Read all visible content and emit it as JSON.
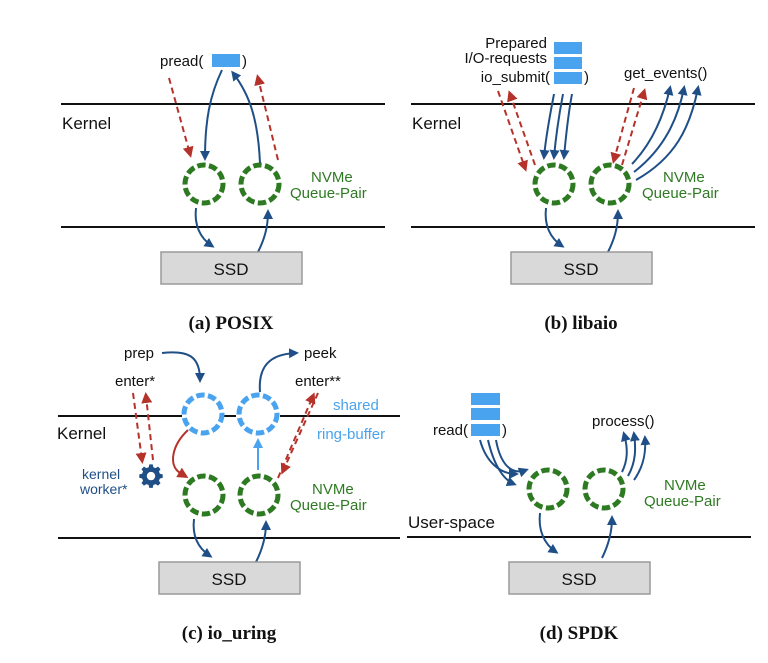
{
  "colors": {
    "queue_green": "#2e7a22",
    "shared_ring_blue": "#4aa3ee",
    "flow_blue": "#1f4f86",
    "syscall_red": "#b5322a",
    "ssd_fill": "#d9d9d9"
  },
  "panels": {
    "posix": {
      "caption": "(a) POSIX",
      "layer_label": "Kernel",
      "call_label": "pread(",
      "call_close": ")",
      "queue_label_1": "NVMe",
      "queue_label_2": "Queue-Pair",
      "device_label": "SSD"
    },
    "libaio": {
      "caption": "(b) libaio",
      "layer_label": "Kernel",
      "prepared_label_1": "Prepared",
      "prepared_label_2": "I/O-requests",
      "submit_label": "io_submit(",
      "submit_close": ")",
      "events_label": "get_events()",
      "queue_label_1": "NVMe",
      "queue_label_2": "Queue-Pair",
      "device_label": "SSD"
    },
    "io_uring": {
      "caption": "(c) io_uring",
      "layer_label": "Kernel",
      "prep_label": "prep",
      "peek_label": "peek",
      "enter_label": "enter*",
      "enter2_label": "enter**",
      "shared_label_1": "shared",
      "shared_label_2": "ring-buffer",
      "worker_label_1": "kernel",
      "worker_label_2": "worker*",
      "queue_label_1": "NVMe",
      "queue_label_2": "Queue-Pair",
      "device_label": "SSD"
    },
    "spdk": {
      "caption": "(d) SPDK",
      "layer_label": "User-space",
      "read_label": "read(",
      "read_close": ")",
      "process_label": "process()",
      "queue_label_1": "NVMe",
      "queue_label_2": "Queue-Pair",
      "device_label": "SSD"
    }
  }
}
